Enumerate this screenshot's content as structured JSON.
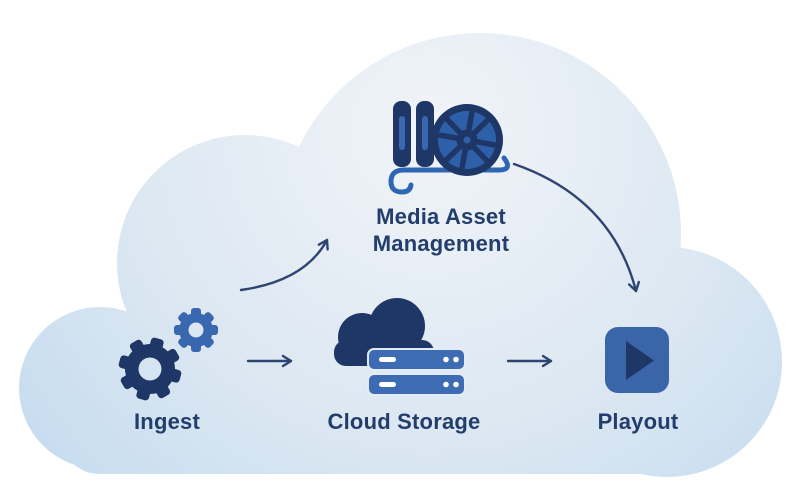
{
  "colors": {
    "navy": "#1e3767",
    "blue": "#3a68b0",
    "blue_bright": "#2e66b4",
    "text_navy": "#233d6c",
    "arrow": "#2f4470",
    "cloud_light": "#f1f4f8",
    "cloud_mid": "#dde8f2",
    "cloud_deep": "#bfd9ef",
    "white": "#ffffff"
  },
  "diagram": {
    "background_shape": "cloud",
    "nodes": [
      {
        "id": "ingest",
        "label": "Ingest",
        "icon": "gears-icon"
      },
      {
        "id": "cloud-storage",
        "label": "Cloud Storage",
        "icon": "cloud-servers-icon"
      },
      {
        "id": "playout",
        "label": "Playout",
        "icon": "play-button-icon"
      },
      {
        "id": "media-asset-management",
        "label": "Media Asset Management",
        "icon": "film-reel-icon"
      }
    ],
    "flows": [
      {
        "from": "Ingest",
        "to": "Media Asset Management",
        "style": "curved-arrow"
      },
      {
        "from": "Ingest",
        "to": "Cloud Storage",
        "style": "straight-arrow"
      },
      {
        "from": "Cloud Storage",
        "to": "Playout",
        "style": "straight-arrow"
      },
      {
        "from": "Media Asset Management",
        "to": "Playout",
        "style": "curved-arrow"
      }
    ]
  }
}
